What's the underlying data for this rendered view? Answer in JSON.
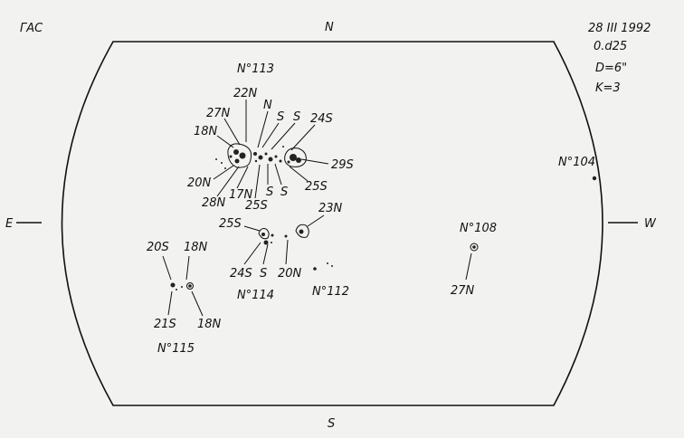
{
  "observatory": "ГАС",
  "header": {
    "date": "28 III 1992",
    "time": "0.d25",
    "diameter": "D=6\"",
    "k": "K=3"
  },
  "directions": {
    "north": "N",
    "south": "S",
    "east": "E",
    "west": "W"
  },
  "groups": [
    {
      "id": "N°113",
      "labels": [
        "22N",
        "27N",
        "N",
        "S",
        "S",
        "24S",
        "18N",
        "29S",
        "20N",
        "25S",
        "28N",
        "17N",
        "S",
        "S",
        "25S"
      ]
    },
    {
      "id": "N°114",
      "labels": [
        "25S",
        "24S",
        "S",
        "20N",
        "23N"
      ]
    },
    {
      "id": "N°112",
      "labels": []
    },
    {
      "id": "N°115",
      "labels": [
        "20S",
        "18N",
        "21S",
        "18N"
      ]
    },
    {
      "id": "N°108",
      "labels": [
        "27N"
      ]
    },
    {
      "id": "N°104",
      "labels": []
    }
  ]
}
